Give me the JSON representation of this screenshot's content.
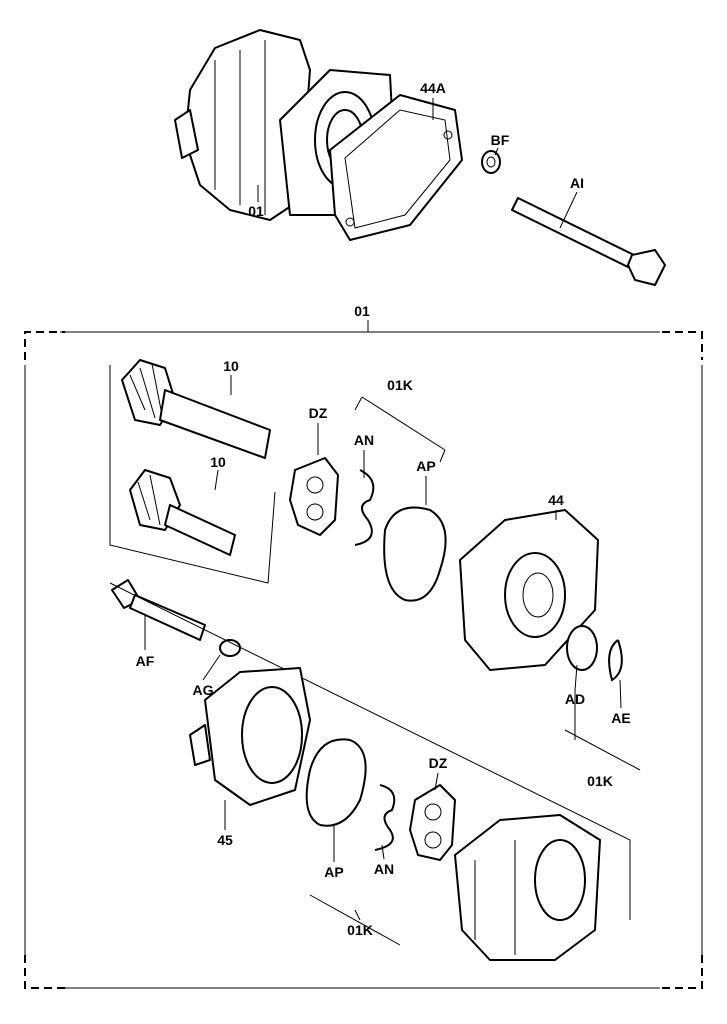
{
  "diagram": {
    "type": "exploded parts view",
    "colors": {
      "line": "#000000",
      "background": "#ffffff"
    },
    "labels": {
      "top_44A": "44A",
      "top_BF": "BF",
      "top_AI": "AI",
      "top_01": "01",
      "frame_01": "01",
      "gear_10_upper": "10",
      "kit_01K_upper": "01K",
      "dz_upper": "DZ",
      "an_upper": "AN",
      "ap_upper": "AP",
      "gear_10_lower": "10",
      "cover_44": "44",
      "af": "AF",
      "ag": "AG",
      "ad": "AD",
      "ae": "AE",
      "kit_01K_right": "01K",
      "dz_lower": "DZ",
      "body_45": "45",
      "ap_lower": "AP",
      "an_lower": "AN",
      "kit_01K_bottom": "01K"
    }
  }
}
